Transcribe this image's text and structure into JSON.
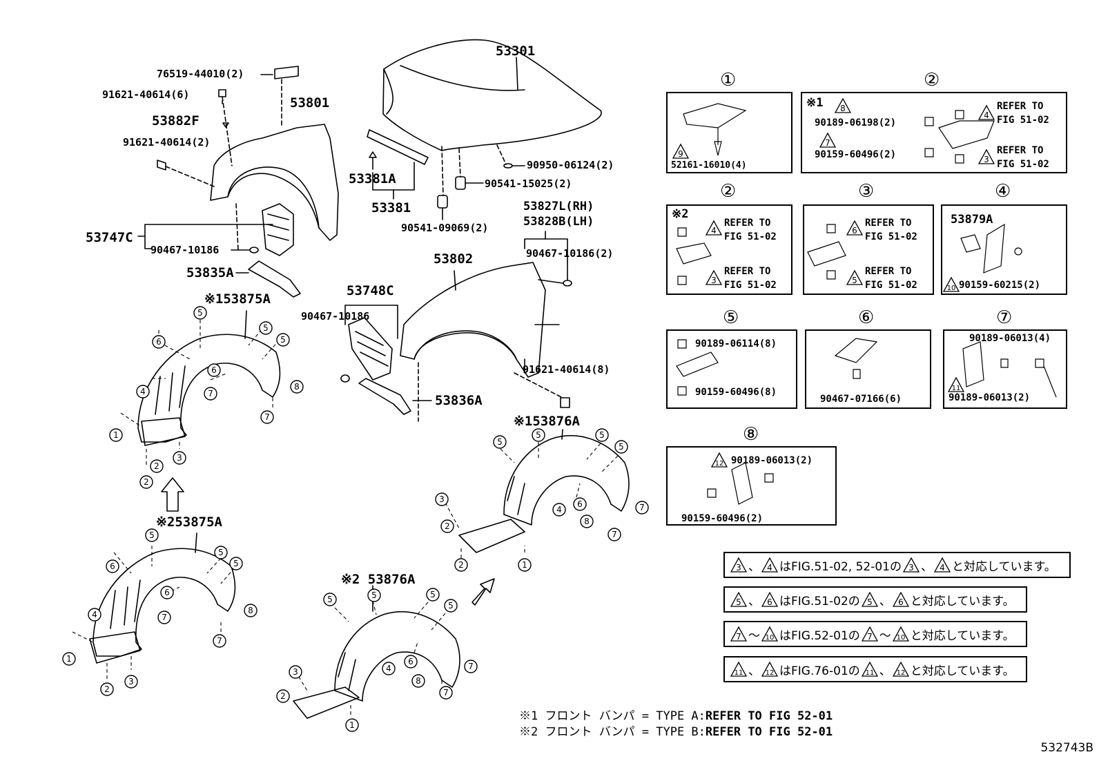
{
  "parts": {
    "p53301": "53301",
    "p76519": "76519-44010(2)",
    "p91621a": "91621-40614(6)",
    "p53882F": "53882F",
    "p91621b": "91621-40614(2)",
    "p53801": "53801",
    "p53747C": "53747C",
    "p90467a": "90467-10186",
    "p53835A": "53835A",
    "p53381A": "53381A",
    "p53381": "53381",
    "p90950": "90950-06124(2)",
    "p90541a": "90541-15025(2)",
    "p90541b": "90541-09069(2)",
    "p53827L": "53827L(RH)",
    "p53828B": "53828B(LH)",
    "p90467b": "90467-10186(2)",
    "p53802": "53802",
    "p53748C": "53748C",
    "p90467c": "90467-10186",
    "p91621c": "91621-40614(8)",
    "p53836A": "53836A",
    "p53875A1": "※153875A",
    "p53875A2": "※253875A",
    "p53876A1": "※153876A",
    "p53876A2": "※2 53876A"
  },
  "boxes": {
    "b1": {
      "num": "①",
      "l1": "52161-16010(4)",
      "t": "9"
    },
    "b2a": {
      "num": "②",
      "mark": "※1",
      "l1": "90189-06198(2)",
      "l2": "90159-60496(2)",
      "r1": "REFER TO",
      "r2": "FIG 51-02",
      "r3": "REFER TO",
      "r4": "FIG 51-02",
      "t8": "8",
      "t7": "7",
      "t4": "4",
      "t3": "3"
    },
    "b2b": {
      "num": "②",
      "mark": "※2",
      "r1": "REFER TO",
      "r2": "FIG 51-02",
      "r3": "REFER TO",
      "r4": "FIG 51-02",
      "t4": "4",
      "t3": "3"
    },
    "b3": {
      "num": "③",
      "r1": "REFER TO",
      "r2": "FIG 51-02",
      "r3": "REFER TO",
      "r4": "FIG 51-02",
      "t6": "6",
      "t5": "5"
    },
    "b4": {
      "num": "④",
      "l1": "53879A",
      "l2": "90159-60215(2)",
      "t": "10"
    },
    "b5": {
      "num": "⑤",
      "l1": "90189-06114(8)",
      "l2": "90159-60496(8)"
    },
    "b6": {
      "num": "⑥",
      "l1": "90467-07166(6)"
    },
    "b7": {
      "num": "⑦",
      "l1": "90189-06013(4)",
      "l2": "90189-06013(2)",
      "t": "11"
    },
    "b8": {
      "num": "⑧",
      "l1": "90189-06013(2)",
      "l2": "90159-60496(2)",
      "t": "12"
    }
  },
  "notes": {
    "n1": {
      "a": "3",
      "sep": "、",
      "b": "4",
      "mid": "はFIG.51-02, 52-01の",
      "c": "3",
      "sep2": "、",
      "d": "4",
      "end": "と対応しています。"
    },
    "n2": {
      "a": "5",
      "sep": "、",
      "b": "6",
      "mid": "はFIG.51-02の",
      "c": "5",
      "sep2": "、",
      "d": "6",
      "end": "と対応しています。"
    },
    "n3": {
      "a": "7",
      "sep": "～",
      "b": "10",
      "mid": "はFIG.52-01の",
      "c": "7",
      "sep2": "～",
      "d": "10",
      "end": "と対応しています。"
    },
    "n4": {
      "a": "11",
      "sep": "、",
      "b": "12",
      "mid": "はFIG.76-01の",
      "c": "11",
      "sep2": "、",
      "d": "12",
      "end": "と対応しています。"
    }
  },
  "footnotes": {
    "f1a": "※1 フロント バンパ = TYPE A:",
    "f1b": "REFER TO FIG 52-01",
    "f2a": "※2 フロント バンパ = TYPE B:",
    "f2b": "REFER TO FIG 52-01"
  },
  "figure_code": "532743B",
  "circle_callouts": {
    "c1": "1",
    "c2": "2",
    "c3": "3",
    "c4": "4",
    "c5": "5",
    "c6": "6",
    "c7": "7",
    "c8": "8"
  }
}
